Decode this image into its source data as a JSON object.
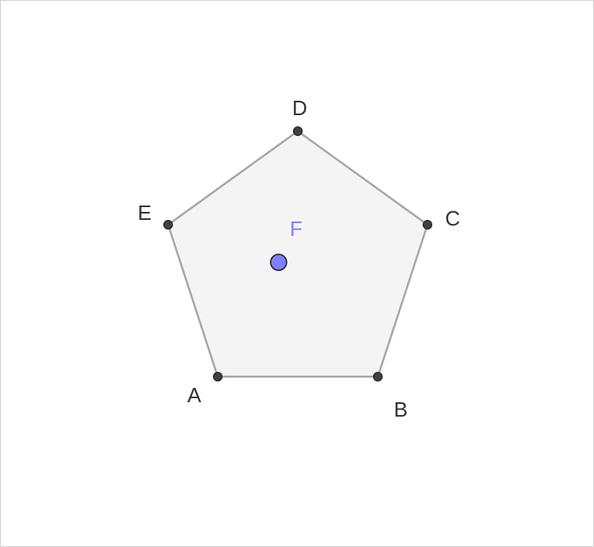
{
  "diagram": {
    "vertices": [
      {
        "id": "A",
        "label": "A"
      },
      {
        "id": "B",
        "label": "B"
      },
      {
        "id": "C",
        "label": "C"
      },
      {
        "id": "D",
        "label": "D"
      },
      {
        "id": "E",
        "label": "E"
      }
    ],
    "center": {
      "id": "F",
      "label": "F"
    },
    "colors": {
      "polygon_fill": "#f4f4f4",
      "edge": "#a6a6a6",
      "vertex_point": "#404040",
      "vertex_label": "#333333",
      "center_point": "#7f7fff",
      "center_label": "#7f7fff"
    }
  }
}
